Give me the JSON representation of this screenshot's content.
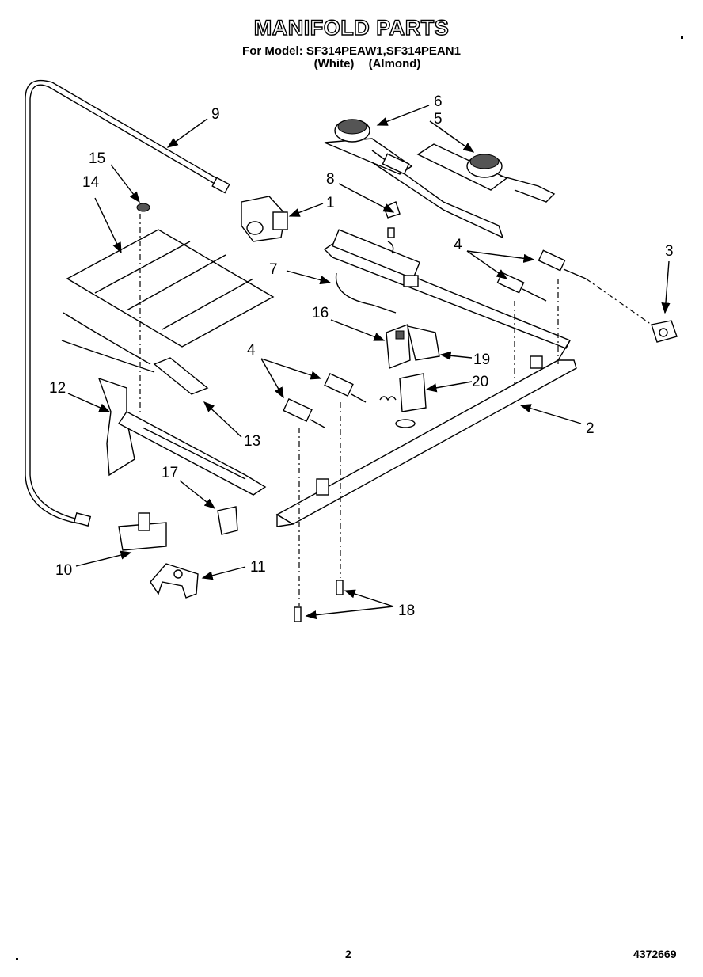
{
  "header": {
    "title": "MANIFOLD PARTS",
    "model_line": "For Model: SF314PEAW1,SF314PEAN1",
    "color_line": "(White) (Almond)"
  },
  "callouts": [
    "1",
    "2",
    "3",
    "4",
    "4",
    "5",
    "6",
    "7",
    "8",
    "9",
    "10",
    "11",
    "12",
    "13",
    "14",
    "15",
    "16",
    "17",
    "18",
    "19",
    "20"
  ],
  "footer": {
    "page_number": "2",
    "doc_number": "4372669"
  }
}
